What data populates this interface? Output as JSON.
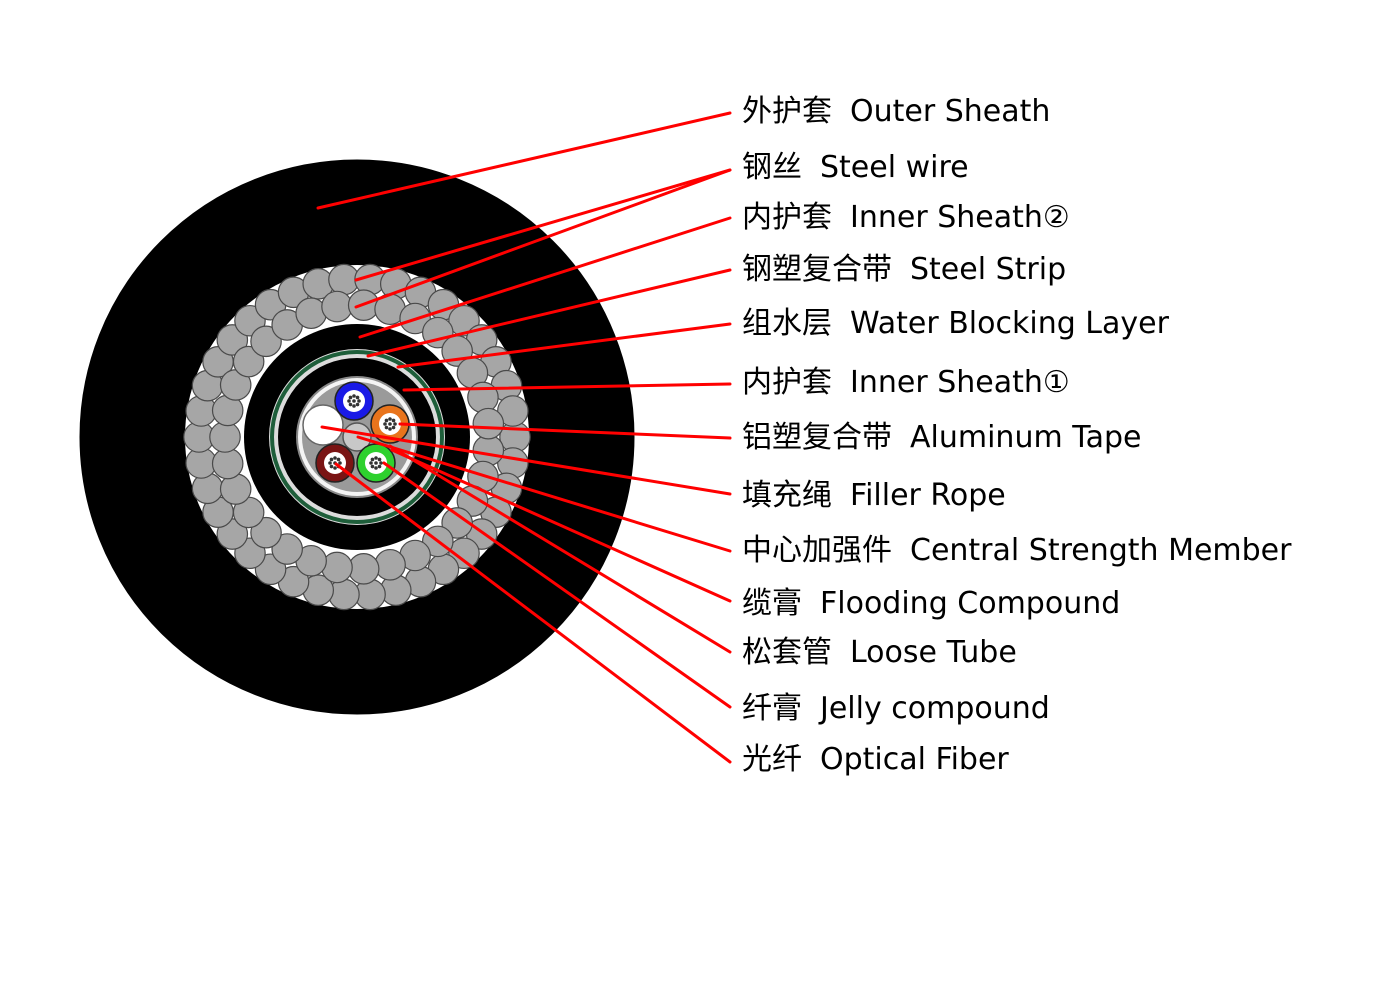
{
  "colors": {
    "leader_line": "#ff0000",
    "outer_sheath": "#000000",
    "steel_wire": "#a6a6a6",
    "water_blocking_layer": "#1e5e3a",
    "loose_tube_blue": "#1a1ae6",
    "loose_tube_orange": "#e8741c",
    "loose_tube_green": "#2ed12e",
    "loose_tube_brown": "#7a1414",
    "filler_rope": "#ffffff"
  },
  "labels": [
    {
      "cn": "外护套",
      "en": "Outer Sheath"
    },
    {
      "cn": "钢丝",
      "en": "Steel wire"
    },
    {
      "cn": "内护套",
      "en": "Inner Sheath②"
    },
    {
      "cn": "钢塑复合带",
      "en": "Steel Strip"
    },
    {
      "cn": "组水层",
      "en": "Water Blocking Layer"
    },
    {
      "cn": "内护套",
      "en": "Inner Sheath①"
    },
    {
      "cn": "铝塑复合带",
      "en": "Aluminum Tape"
    },
    {
      "cn": "填充绳",
      "en": "Filler Rope"
    },
    {
      "cn": "中心加强件",
      "en": "Central Strength Member"
    },
    {
      "cn": "缆膏",
      "en": "Flooding Compound"
    },
    {
      "cn": "松套管",
      "en": "Loose Tube"
    },
    {
      "cn": "纤膏",
      "en": "Jelly compound"
    },
    {
      "cn": "光纤",
      "en": "Optical Fiber"
    }
  ]
}
